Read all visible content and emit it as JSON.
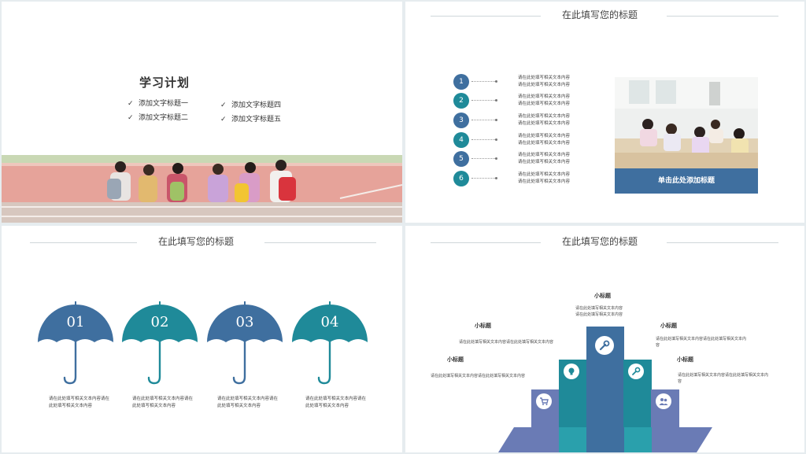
{
  "slide1": {
    "heading": "学习计划",
    "items_left": [
      "添加文字标题一",
      "添加文字标题二"
    ],
    "items_right": [
      "添加文字标题四",
      "添加文字标题五"
    ],
    "check": "✓"
  },
  "slide2": {
    "title": "在此填写您的标题",
    "items": [
      {
        "num": "1",
        "line1": "请在此处填写相关文本内容",
        "line2": "请在此处填写相关文本内容",
        "color": "#3f6f9f"
      },
      {
        "num": "2",
        "line1": "请在此处填写相关文本内容",
        "line2": "请在此处填写相关文本内容",
        "color": "#1f8a99"
      },
      {
        "num": "3",
        "line1": "请在此处填写相关文本内容",
        "line2": "请在此处填写相关文本内容",
        "color": "#3f6f9f"
      },
      {
        "num": "4",
        "line1": "请在此处填写相关文本内容",
        "line2": "请在此处填写相关文本内容",
        "color": "#1f8a99"
      },
      {
        "num": "5",
        "line1": "请在此处填写相关文本内容",
        "line2": "请在此处填写相关文本内容",
        "color": "#3f6f9f"
      },
      {
        "num": "6",
        "line1": "请在此处填写相关文本内容",
        "line2": "请在此处填写相关文本内容",
        "color": "#1f8a99"
      }
    ],
    "button": "单击此处添加标题"
  },
  "slide3": {
    "title": "在此填写您的标题",
    "umbrellas": [
      {
        "num": "01",
        "desc": "请在此处填写相关文本内容请在此处填写相关文本内容",
        "color": "#3f6f9f"
      },
      {
        "num": "02",
        "desc": "请在此处填写相关文本内容请在此处填写相关文本内容",
        "color": "#1f8a99"
      },
      {
        "num": "03",
        "desc": "请在此处填写相关文本内容请在此处填写相关文本内容",
        "color": "#3f6f9f"
      },
      {
        "num": "04",
        "desc": "请在此处填写相关文本内容请在此处填写相关文本内容",
        "color": "#1f8a99"
      }
    ]
  },
  "slide4": {
    "title": "在此填写您的标题",
    "top": {
      "label": "小标题",
      "line1": "请在此处填写相关文本内容",
      "line2": "请在此处填写相关文本内容"
    },
    "left_upper": {
      "label": "小标题",
      "text": "请在此处填写相关文本内容请在此处填写相关文本内容"
    },
    "left_lower": {
      "label": "小标题",
      "text": "请在此处填写相关文本内容请在此处填写相关文本内容"
    },
    "right_upper": {
      "label": "小标题",
      "line1": "请在此处填写相关文本内容请在此处填写相关文本内",
      "line2": "容"
    },
    "right_lower": {
      "label": "小标题",
      "line1": "请在此处填写相关文本内容请在此处填写相关文本内",
      "line2": "容"
    },
    "icons": [
      "wrench-icon",
      "lightbulb-icon",
      "key-icon",
      "cart-icon",
      "users-icon"
    ],
    "colors": {
      "blue": "#3f6f9f",
      "teal": "#1f8a99",
      "lavender": "#6a7bb5"
    }
  }
}
